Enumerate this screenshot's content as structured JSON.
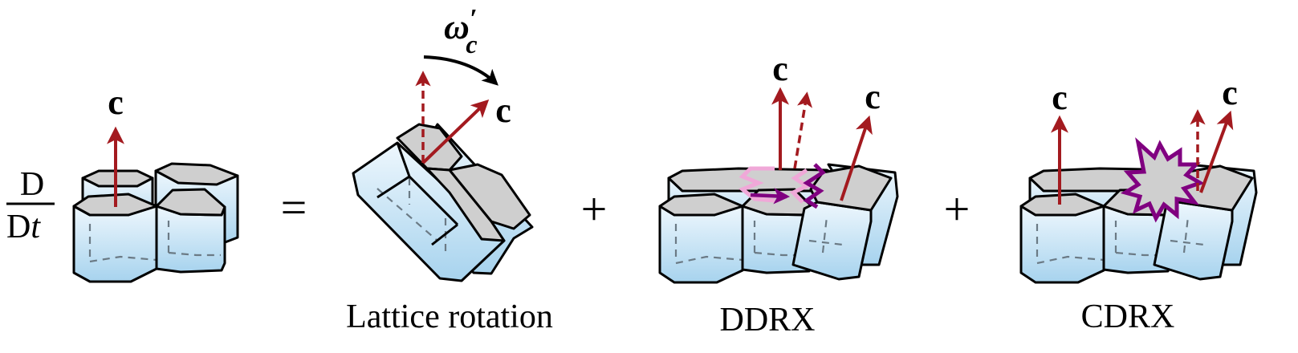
{
  "lhs": {
    "numerator": "D",
    "denominator_d": "D",
    "denominator_t": "t"
  },
  "operators": {
    "equals": "=",
    "plus": "+"
  },
  "axis_label": "c",
  "omega": {
    "base": "ω",
    "prime": "′",
    "sub": "c"
  },
  "terms": [
    {
      "caption": "Lattice rotation"
    },
    {
      "caption": "DDRX"
    },
    {
      "caption": "CDRX"
    }
  ],
  "colors": {
    "crystal_side_top": "#eef7fd",
    "crystal_side_bottom": "#a7d3ee",
    "crystal_top": "#cfcfcf",
    "c_axis": "#a31a1f",
    "boundary_migration": "#800080",
    "boundary_migration_light": "#f0a8d8",
    "rotation_arrow": "#000000"
  },
  "icons": [
    "hexagonal-crystal-icon",
    "c-axis-arrow-icon",
    "rotation-arrow-icon",
    "migration-arrow-icon",
    "nucleation-burst-icon"
  ]
}
